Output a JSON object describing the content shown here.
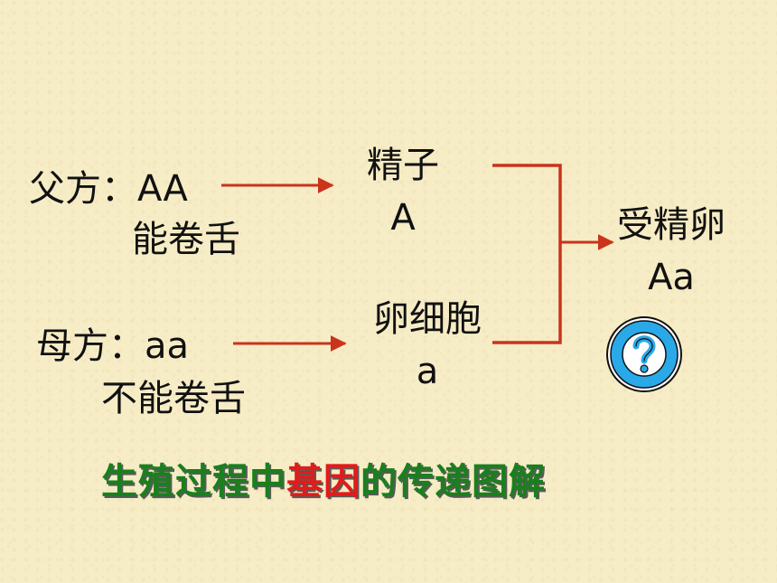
{
  "father": {
    "label": "父方：AA",
    "trait": "能卷舌"
  },
  "mother": {
    "label": "母方：aa",
    "trait": "不能卷舌"
  },
  "sperm": {
    "label": "精子",
    "gene": "A"
  },
  "egg": {
    "label": "卵细胞",
    "gene": "a"
  },
  "zygote": {
    "label": "受精卵",
    "gene": "Aa"
  },
  "caption": {
    "before": "生殖过程中",
    "highlight": "基因",
    "after": "的传递图解"
  },
  "colors": {
    "arrow": "#c9341b",
    "caption": "#1a7f1e",
    "highlight": "#e21b1b",
    "badge": "#2aa9e8"
  },
  "icons": {
    "question_badge": "question-mark-icon"
  }
}
